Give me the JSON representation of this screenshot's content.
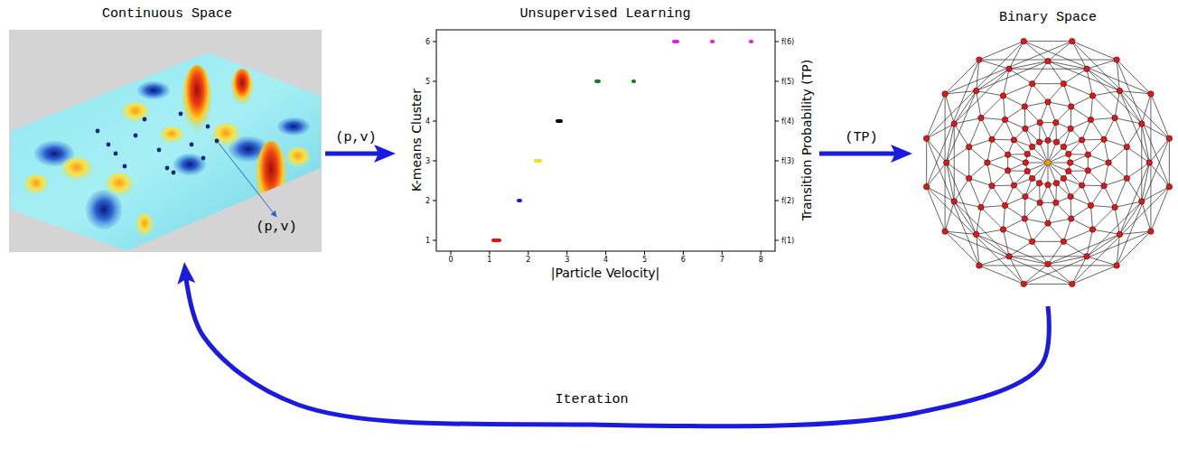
{
  "diagram": {
    "nodes": [
      {
        "text": [
          "Continuous Space",
          "(p,v)"
        ]
      },
      {
        "text": [
          "Unsupervised Learning"
        ]
      },
      {
        "text": [
          "Binary Space"
        ]
      }
    ],
    "edges": [
      {
        "from": 0,
        "to": 1,
        "arrow": "to",
        "label": "(p,v)"
      },
      {
        "from": 1,
        "to": 2,
        "arrow": "to",
        "label": "(TP)"
      },
      {
        "from": 2,
        "to": 0,
        "arrow": "to",
        "label": "Iteration"
      }
    ],
    "labels": [
      "K-means Cluster",
      "|Particle Velocity|",
      "Transition Probability (TP)",
      "0",
      "1",
      "2",
      "3",
      "4",
      "5",
      "6",
      "7",
      "8",
      "1",
      "2",
      "3",
      "4",
      "5",
      "6",
      "f(1)",
      "f(2)",
      "f(3)",
      "f(4)",
      "f(5)",
      "f(6)"
    ]
  }
}
